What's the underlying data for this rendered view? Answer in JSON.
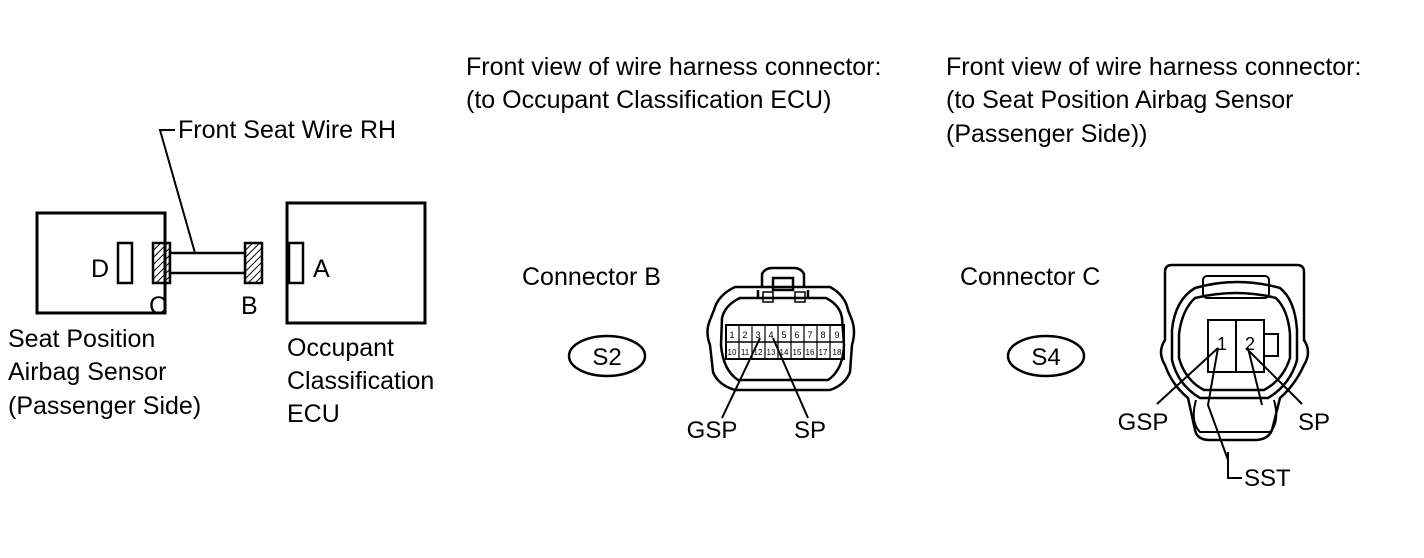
{
  "header": {
    "left_heading_line1": "Front view of wire harness connector:",
    "left_heading_line2": "(to Occupant Classification ECU)",
    "right_heading_line1": "Front view of wire harness connector:",
    "right_heading_line2": "(to Seat Position Airbag Sensor",
    "right_heading_line3": "(Passenger Side))"
  },
  "schematic": {
    "wire_label": "Front Seat Wire RH",
    "sensor_label_line1": "Seat Position",
    "sensor_label_line2": "Airbag Sensor",
    "sensor_label_line3": "(Passenger Side)",
    "ecu_label_line1": "Occupant",
    "ecu_label_line2": "Classification",
    "ecu_label_line3": "ECU",
    "connector_d": "D",
    "connector_c": "C",
    "connector_b": "B",
    "connector_a": "A"
  },
  "connector_b": {
    "title": "Connector B",
    "code": "S2",
    "pins_top": [
      "1",
      "2",
      "3",
      "4",
      "5",
      "6",
      "7",
      "8",
      "9"
    ],
    "pins_bottom": [
      "10",
      "11",
      "12",
      "13",
      "14",
      "15",
      "16",
      "17",
      "18"
    ],
    "label_gsp": "GSP",
    "label_sp": "SP"
  },
  "connector_c": {
    "title": "Connector C",
    "code": "S4",
    "pin1": "1",
    "pin2": "2",
    "label_gsp": "GSP",
    "label_sp": "SP",
    "label_sst": "SST"
  }
}
